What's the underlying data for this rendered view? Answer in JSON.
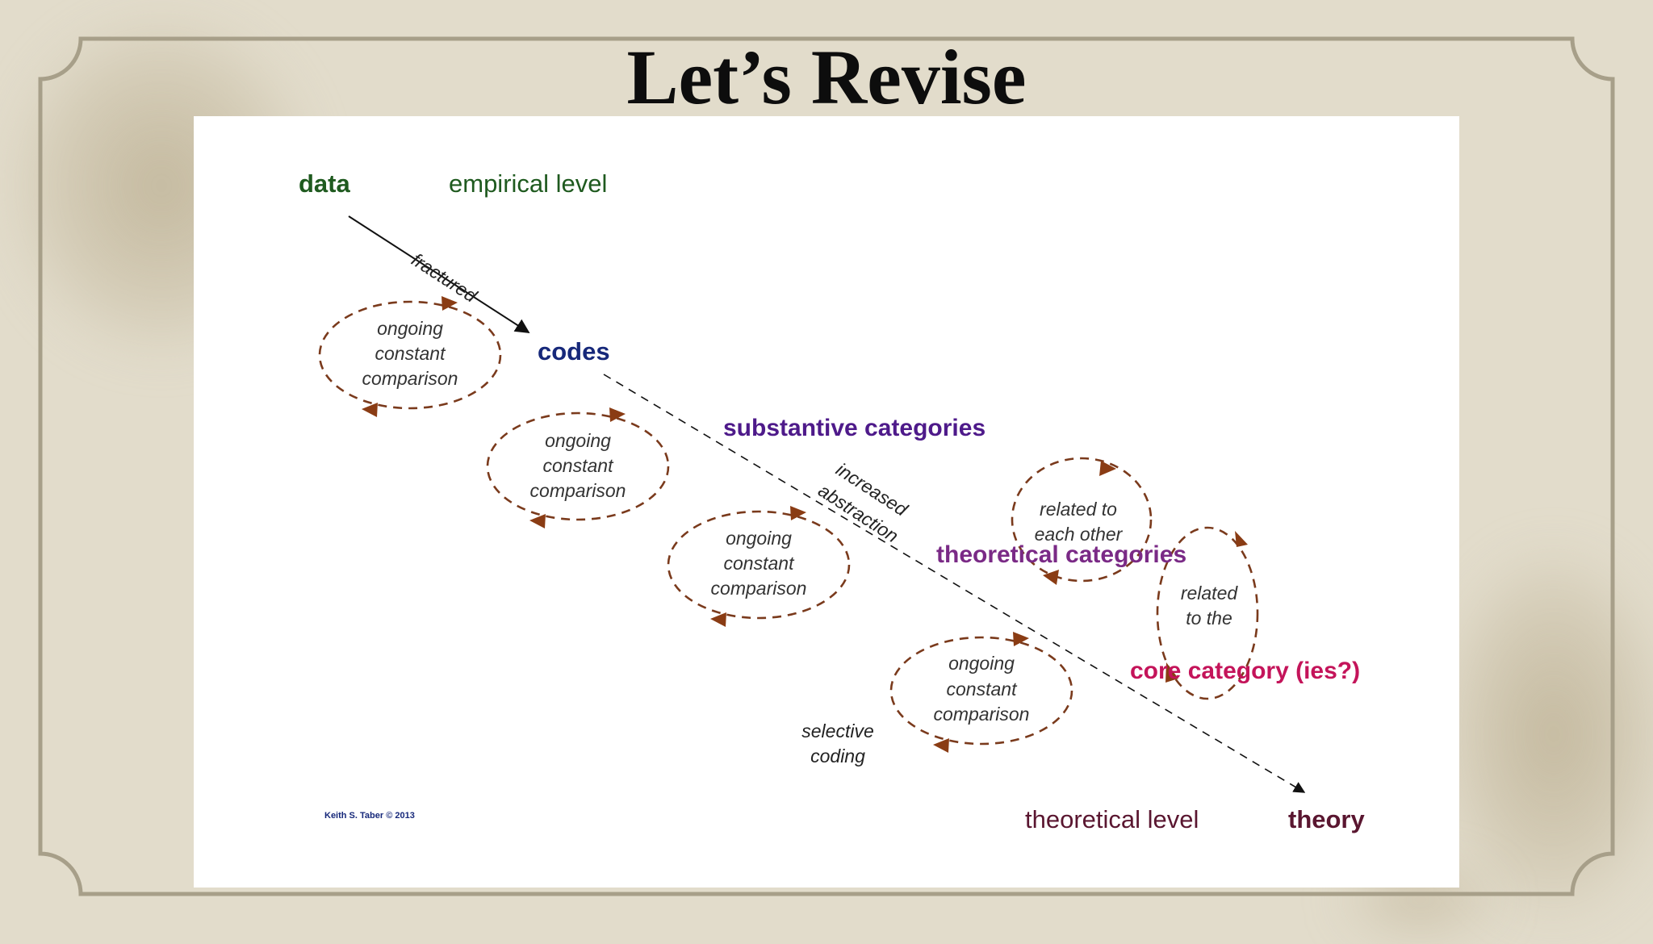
{
  "slide": {
    "title": "Let’s Revise"
  },
  "diagram": {
    "credit": "Keith S. Taber © 2013",
    "labels": {
      "data": "data",
      "empirical_level": "empirical level",
      "fractured": "fractured",
      "codes": "codes",
      "substantive_categories": "substantive categories",
      "increased": "increased",
      "abstraction": "abstraction",
      "theoretical_categories": "theoretical categories",
      "core_category": "core category (ies?)",
      "selective": "selective",
      "coding": "coding",
      "theoretical_level": "theoretical level",
      "theory": "theory"
    },
    "cycles": [
      {
        "lines": [
          "ongoing",
          "constant",
          "comparison"
        ]
      },
      {
        "lines": [
          "ongoing",
          "constant",
          "comparison"
        ]
      },
      {
        "lines": [
          "ongoing",
          "constant",
          "comparison"
        ]
      },
      {
        "lines": [
          "ongoing",
          "constant",
          "comparison"
        ]
      }
    ],
    "relations": [
      {
        "lines": [
          "related to",
          "each other"
        ]
      },
      {
        "lines": [
          "related",
          "to the"
        ]
      }
    ],
    "colors": {
      "empirical": "#1f5a1f",
      "codes": "#16287a",
      "substantive": "#4e1a8a",
      "theoretical": "#7a2a86",
      "core": "#c4145a",
      "theory_level": "#5a1630",
      "cycle_stroke": "#7a3a1c"
    }
  }
}
